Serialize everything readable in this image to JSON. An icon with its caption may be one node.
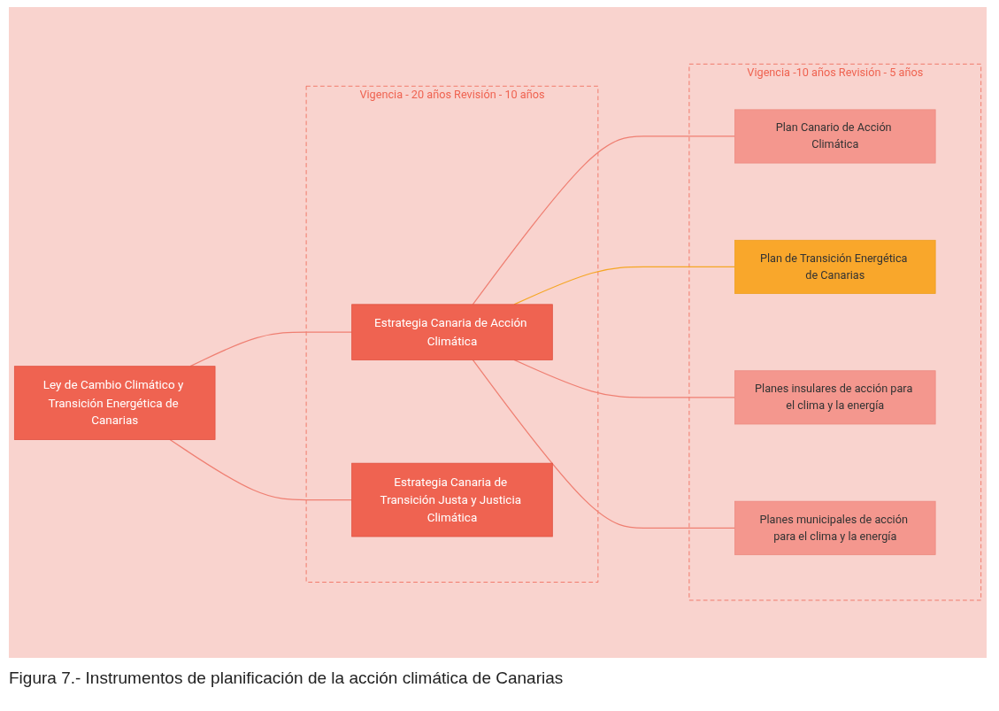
{
  "diagram": {
    "caption": "Figura 7.- Instrumentos de planificación de la acción climática de Canarias",
    "nodes": [
      {
        "text": [
          "Ley de Cambio Climático y Transición Energética de Canarias"
        ]
      },
      {
        "text": [
          "Vigencia - 20 años Revisión - 10 años"
        ]
      },
      {
        "text": [
          "Estrategia Canaria de Acción Climática"
        ],
        "in": 1
      },
      {
        "text": [
          "Estrategia Canaria de Transición Justa y Justicia Climática"
        ],
        "in": 1
      },
      {
        "text": [
          "Vigencia -10 años Revisión - 5 años"
        ]
      },
      {
        "text": [
          "Plan Canario de Acción Climática"
        ],
        "in": 4
      },
      {
        "text": [
          "Plan de Transición Energética de Canarias"
        ],
        "in": 4
      },
      {
        "text": [
          "Planes insulares de acción para el clima y la energía"
        ],
        "in": 4
      },
      {
        "text": [
          "Planes municipales de acción para el clima y la energía"
        ],
        "in": 4
      }
    ],
    "edges": [
      {
        "from": 0,
        "to": 2,
        "arrow": "none"
      },
      {
        "from": 0,
        "to": 3,
        "arrow": "none"
      },
      {
        "from": 2,
        "to": 5,
        "arrow": "none"
      },
      {
        "from": 2,
        "to": 6,
        "arrow": "none",
        "color": "#f5a623"
      },
      {
        "from": 2,
        "to": 7,
        "arrow": "none"
      },
      {
        "from": 2,
        "to": 8,
        "arrow": "none"
      }
    ]
  }
}
